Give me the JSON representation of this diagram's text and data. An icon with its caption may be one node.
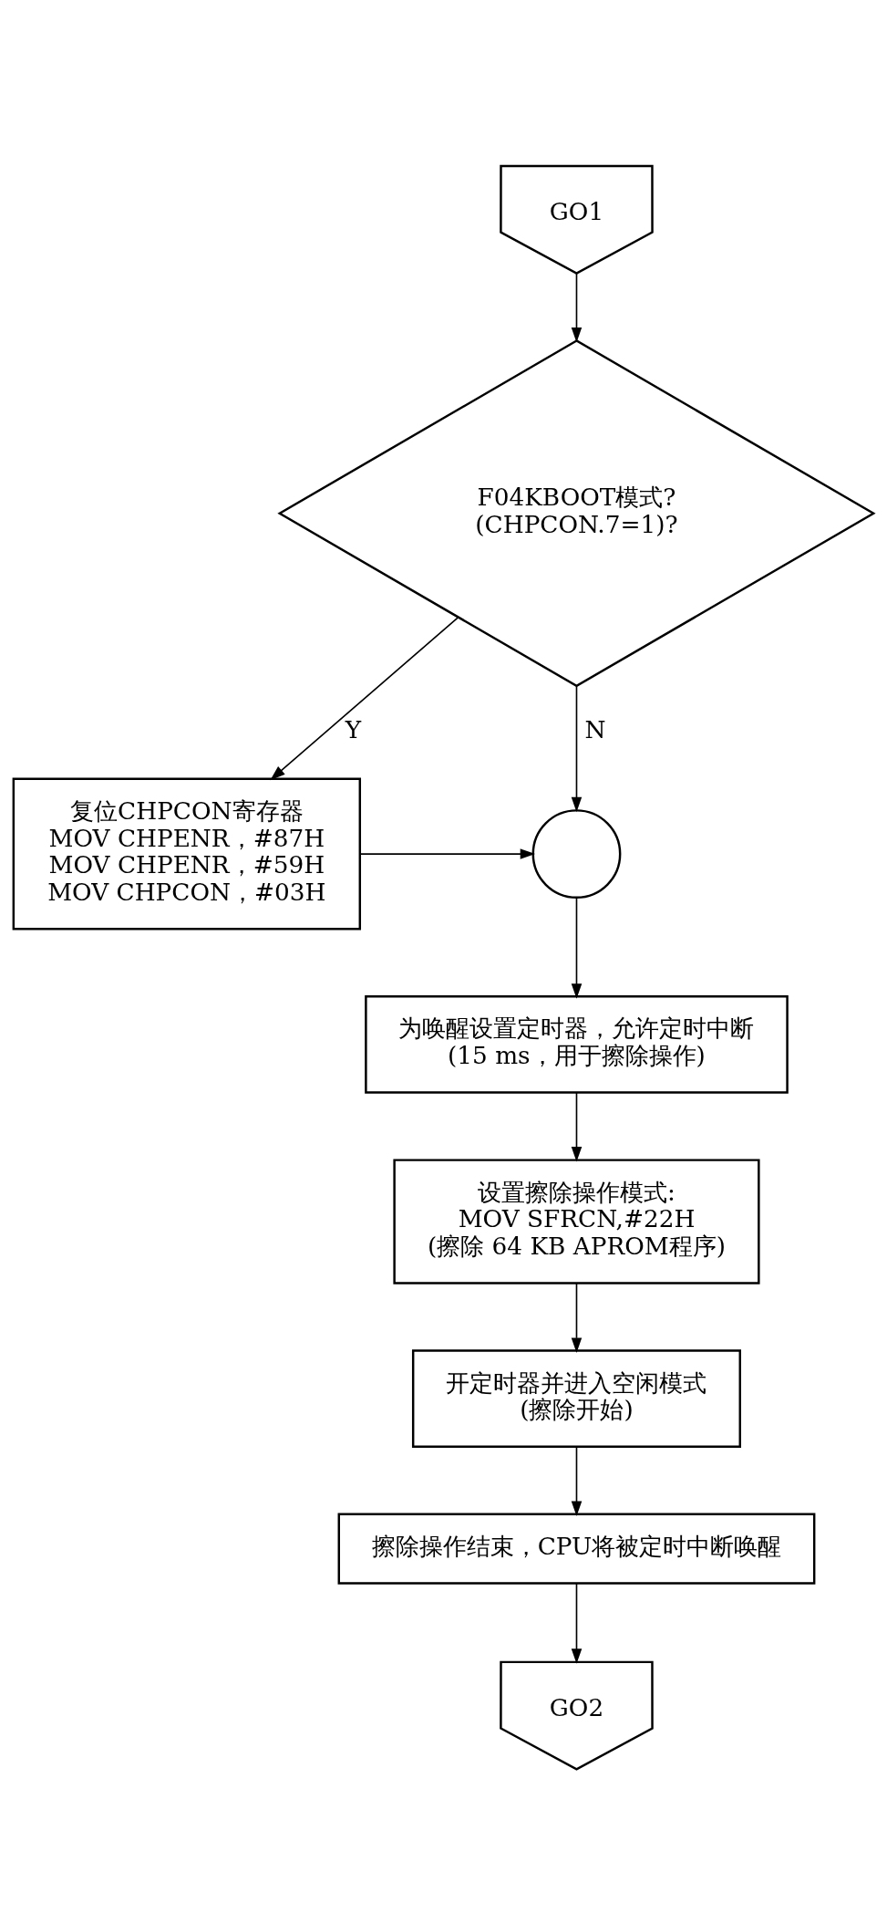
{
  "diagram": {
    "nodes": [
      {
        "text": [
          "GO1"
        ]
      },
      {
        "text": [
          "F04KBOOT模式?",
          "(CHPCON.7=1)?"
        ]
      },
      {
        "text": [
          "复位CHPCON寄存器",
          "MOV CHPENR，#87H",
          "MOV CHPENR，#59H",
          "MOV CHPCON，#03H"
        ]
      },
      {
        "text": [],
        "shape": "circle"
      },
      {
        "text": [
          "为唤醒设置定时器，允许定时中断",
          "(15 ms，用于擦除操作)"
        ]
      },
      {
        "text": [
          "设置擦除操作模式:",
          "MOV SFRCN,#22H",
          "(擦除 64 KB APROM程序)"
        ]
      },
      {
        "text": [
          "开定时器并进入空闲模式",
          "(擦除开始)"
        ]
      },
      {
        "text": [
          "擦除操作结束，CPU将被定时中断唤醒"
        ]
      },
      {
        "text": [
          "GO2"
        ]
      }
    ],
    "edges": [
      {
        "from": 0,
        "to": 1,
        "arrow": "to"
      },
      {
        "from": 1,
        "to": 2,
        "arrow": "to",
        "label": "Y"
      },
      {
        "from": 1,
        "to": 3,
        "arrow": "to",
        "label": "N"
      },
      {
        "from": 2,
        "to": 3,
        "arrow": "to"
      },
      {
        "from": 3,
        "to": 4,
        "arrow": "to"
      },
      {
        "from": 4,
        "to": 5,
        "arrow": "to"
      },
      {
        "from": 5,
        "to": 6,
        "arrow": "to"
      },
      {
        "from": 6,
        "to": 7,
        "arrow": "to"
      },
      {
        "from": 7,
        "to": 8,
        "arrow": "to"
      }
    ]
  }
}
